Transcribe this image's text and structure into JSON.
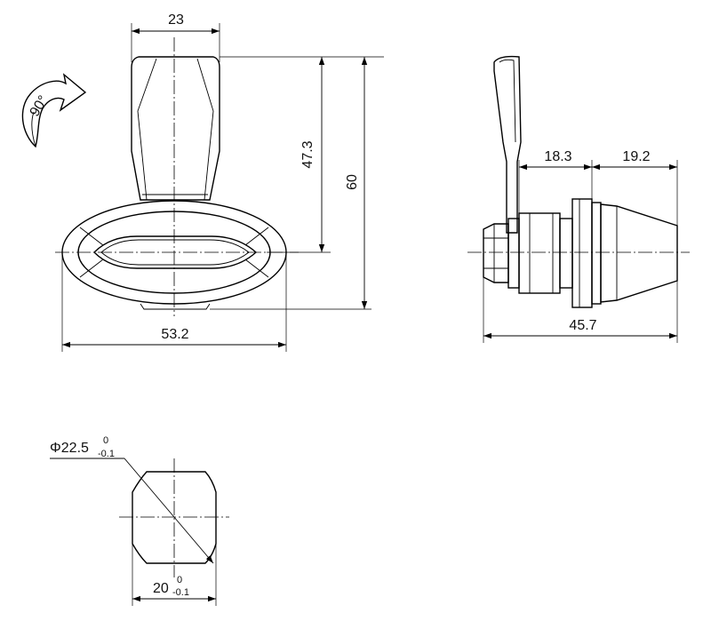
{
  "dimensions": {
    "handle_width": "23",
    "oval_width": "53.2",
    "handle_height": "47.3",
    "overall_height": "60",
    "side_front": "18.3",
    "side_rear": "19.2",
    "overall_length": "45.7"
  },
  "rotation": {
    "label": "90°"
  },
  "cutout": {
    "diameter_symbol": "Φ",
    "diameter_value": "22.5",
    "diameter_upper_tol": "0",
    "diameter_lower_tol": "-0.1",
    "width_value": "20",
    "width_upper_tol": "0",
    "width_lower_tol": "-0.1"
  }
}
